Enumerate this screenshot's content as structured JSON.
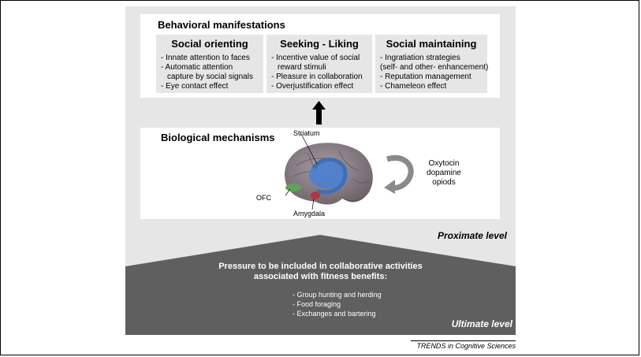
{
  "behavioral": {
    "title": "Behavioral manifestations",
    "columns": [
      {
        "heading": "Social orienting",
        "items": [
          "- Innate attention to faces",
          "- Automatic attention",
          "capture by social signals",
          "- Eye contact effect"
        ]
      },
      {
        "heading": "Seeking - Liking",
        "items": [
          "- Incentive value of social",
          "reward stimuli",
          "- Pleasure in collaboration",
          "- Overjustification effect"
        ]
      },
      {
        "heading": "Social maintaining",
        "items": [
          "- Ingratiation strategies",
          "(self- and other- enhancement)",
          "- Reputation management",
          "- Chameleon effect"
        ]
      }
    ]
  },
  "biological": {
    "title": "Biological mechanisms",
    "labels": {
      "striatum": "Striatum",
      "ofc": "OFC",
      "amygdala": "Amygdala"
    },
    "chemicals": [
      "Oxytocin",
      "dopamine",
      "opiods"
    ]
  },
  "proximate_label": "Proximate level",
  "ultimate": {
    "pressure_line1": "Pressure to be included in collaborative activities",
    "pressure_line2": "associated with fitness benefits:",
    "items": [
      "- Group hunting and herding",
      "- Food foraging",
      "- Exchanges and bartering"
    ],
    "label": "Ultimate level"
  },
  "source": "TRENDS in Cognitive Sciences",
  "colors": {
    "panel_gray": "#e6e6e6",
    "dark_gray": "#5f5f5f",
    "brain": "#8c7f87",
    "striatum": "#4a7fd0",
    "ofc": "#5fa35a",
    "amygdala": "#b5363a"
  }
}
